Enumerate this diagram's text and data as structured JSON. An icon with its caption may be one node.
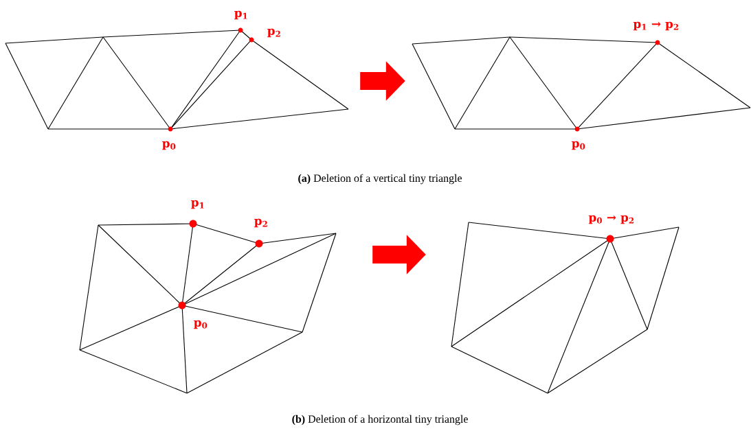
{
  "diagram": {
    "nodes": [
      {
        "text": [],
        "shape": "picture"
      },
      {
        "text": [],
        "shape": "picture"
      },
      {
        "text": [],
        "shape": "picture"
      },
      {
        "text": [],
        "shape": "picture"
      }
    ],
    "edges": [
      {
        "from": 0,
        "to": 1,
        "arrow": "to"
      },
      {
        "from": 2,
        "to": 3,
        "arrow": "to"
      }
    ],
    "labels": [
      "p$_{1}$",
      "p$_{2}$",
      "p$_{0}$",
      "p$_{1}$ → p$_{2}$",
      "p$_{0}$",
      "**(a)** Deletion of a vertical tiny triangle",
      "p$_{1}$",
      "p$_{2}$",
      "p$_{0}$",
      "p$_{0}$ → p$_{2}$",
      "**(b)** Deletion of a horizontal tiny triangle"
    ]
  }
}
